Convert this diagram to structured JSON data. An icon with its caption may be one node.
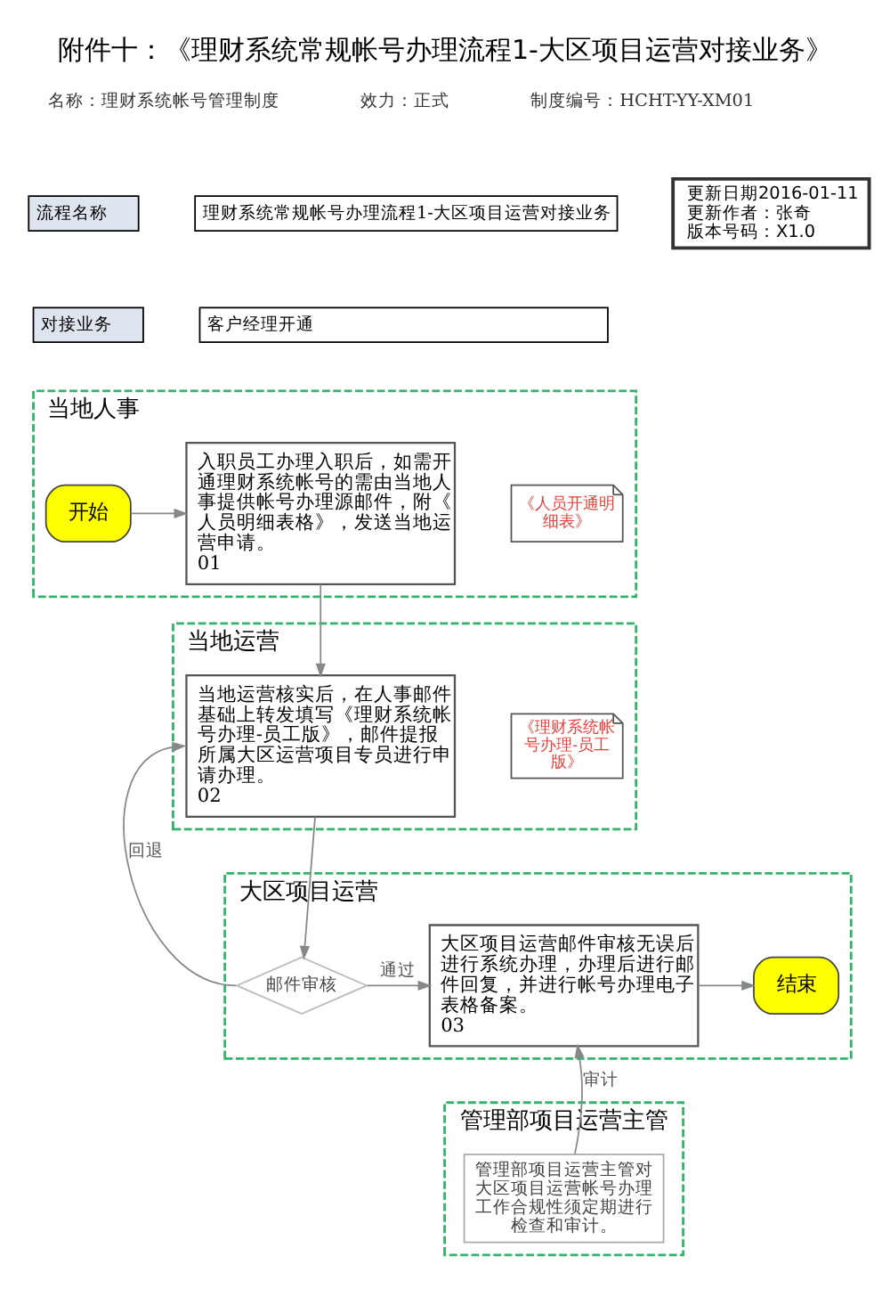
{
  "diagram": {
    "title": "附件十：《理财系统常规帐号办理流程1-大区项目运营对接业务》",
    "nodes": [
      {
        "text": [
          "更新日期2016-01-11",
          "更新作者：张奇",
          "版本号码：X1.0"
        ]
      },
      {
        "text": [
          "当地人事"
        ]
      },
      {
        "text": [
          "开始"
        ],
        "in": 1
      },
      {
        "text": [
          "入职员工办理入职后，如需开通理财系统帐号的需由当地人事提供帐号办理源邮件，附《人员明细表格》，发送当地运营申请。",
          "01"
        ],
        "in": 1
      },
      {
        "text": [
          "《人员开通明细表》"
        ],
        "in": 1
      },
      {
        "text": [
          "当地运营"
        ]
      },
      {
        "text": [
          "当地运营核实后，在人事邮件基础上转发填写《理财系统帐号办理-员工版》，邮件提报所属大区运营项目专员进行申请办理。",
          "02"
        ],
        "in": 5
      },
      {
        "text": [
          "《理财系统帐号办理-员工版》"
        ],
        "in": 5
      },
      {
        "text": [
          "大区项目运营"
        ]
      },
      {
        "text": [
          "邮件审核"
        ],
        "in": 8
      },
      {
        "text": [
          "大区项目运营邮件审核无误后进行系统办理，办理后进行邮件回复，并进行帐号办理电子表格备案。",
          "03"
        ],
        "in": 8
      },
      {
        "text": [
          "结束"
        ],
        "in": 8
      },
      {
        "text": [
          "管理部项目运营主管"
        ]
      },
      {
        "text": [
          "管理部项目运营主管对大区项目运营帐号办理工作合规性须定期进行检查和审计。"
        ],
        "in": 12
      }
    ],
    "edges": [
      {
        "from": 2,
        "to": 3,
        "arrow": "to"
      },
      {
        "from": 3,
        "to": 6,
        "arrow": "to"
      },
      {
        "from": 6,
        "to": 9,
        "arrow": "to"
      },
      {
        "from": 9,
        "to": 10,
        "arrow": "to",
        "label": "通过"
      },
      {
        "from": 9,
        "to": 6,
        "arrow": "to",
        "label": "回退"
      },
      {
        "from": 10,
        "to": 11,
        "arrow": "to"
      },
      {
        "from": 13,
        "to": 10,
        "arrow": "to",
        "label": "审计"
      }
    ],
    "labels": [
      "名称：理财系统帐号管理制度",
      "效力：正式",
      "制度编号：HCHT-YY-XM01",
      "流程名称",
      "理财系统常规帐号办理流程1-大区项目运营对接业务",
      "对接业务",
      "客户经理开通"
    ]
  }
}
